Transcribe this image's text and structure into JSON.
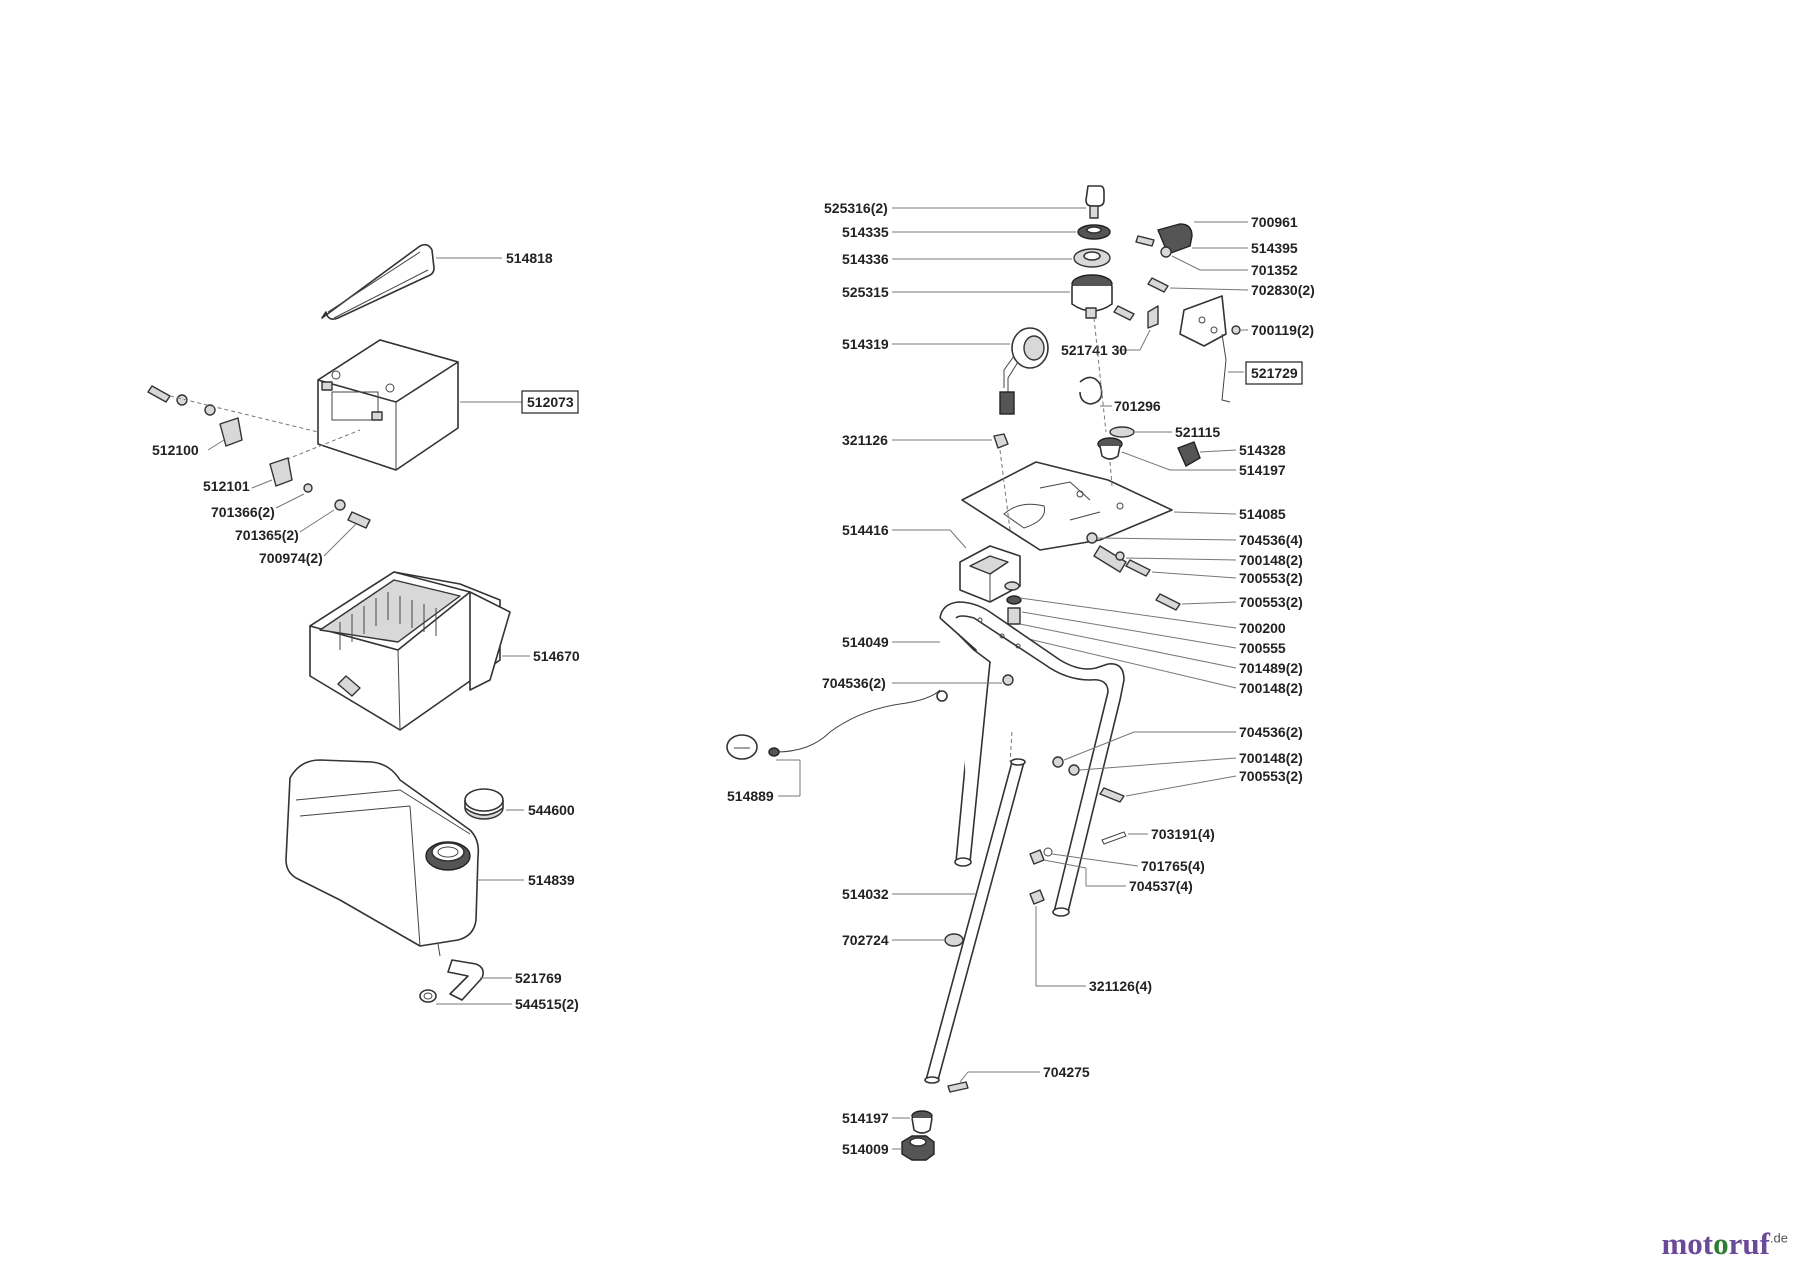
{
  "brand": {
    "prefix": "mot",
    "o": "o",
    "suffix": "ruf",
    "domain": ".de"
  },
  "labels": {
    "l514818": "514818",
    "l512073": "512073",
    "l512100": "512100",
    "l512101": "512101",
    "l701366": "701366(2)",
    "l701365": "701365(2)",
    "l700974": "700974(2)",
    "l514670": "514670",
    "l544600": "544600",
    "l514839": "514839",
    "l521769": "521769",
    "l544515": "544515(2)",
    "l525316": "525316(2)",
    "l514335": "514335",
    "l514336": "514336",
    "l525315": "525315",
    "l514319": "514319",
    "l52174130": "521741 30",
    "l701296": "701296",
    "l700961": "700961",
    "l514395": "514395",
    "l701352": "701352",
    "l702830": "702830(2)",
    "l700119": "700119(2)",
    "l521729": "521729",
    "l321126": "321126",
    "l521115": "521115",
    "l514328": "514328",
    "l514197a": "514197",
    "l514085": "514085",
    "l514416": "514416",
    "l704536_4": "704536(4)",
    "l700148_2a": "700148(2)",
    "l700553_2a": "700553(2)",
    "l700553_2b": "700553(2)",
    "l700200": "700200",
    "l700555": "700555",
    "l701489": "701489(2)",
    "l700148_2b": "700148(2)",
    "l514049": "514049",
    "l704536_2a": "704536(2)",
    "l704536_2b": "704536(2)",
    "l700148_2c": "700148(2)",
    "l700553_2c": "700553(2)",
    "l514889": "514889",
    "l703191": "703191(4)",
    "l701765": "701765(4)",
    "l704537": "704537(4)",
    "l514032": "514032",
    "l702724": "702724",
    "l321126_4": "321126(4)",
    "l704275": "704275",
    "l514197b": "514197",
    "l514009": "514009"
  }
}
